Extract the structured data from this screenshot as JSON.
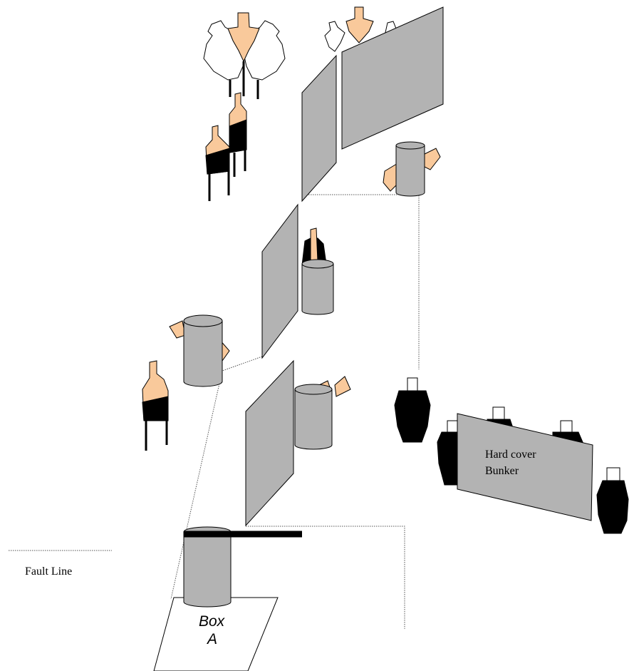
{
  "legend": {
    "fault_line_label": "Fault Line"
  },
  "bunker": {
    "line1": "Hard cover",
    "line2": "Bunker"
  },
  "box_a": {
    "line1": "Box",
    "line2": "A"
  },
  "colors": {
    "wall": "#b3b3b3",
    "barrel": "#b3b3b3",
    "target_tan": "#f9c99b",
    "no_shoot": "#000000",
    "paper_white": "#ffffff"
  }
}
